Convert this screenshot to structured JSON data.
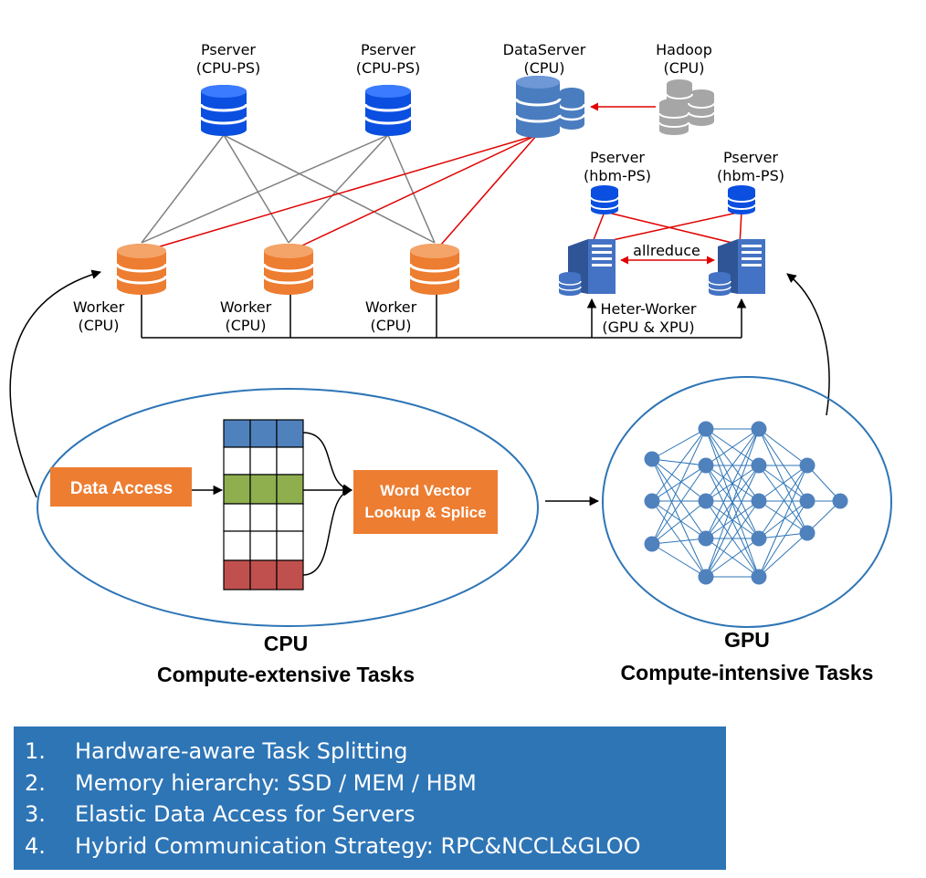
{
  "nodes": {
    "pserver_cpu_1": {
      "line1": "Pserver",
      "line2": "(CPU-PS)"
    },
    "pserver_cpu_2": {
      "line1": "Pserver",
      "line2": "(CPU-PS)"
    },
    "dataserver": {
      "line1": "DataServer",
      "line2": "(CPU)"
    },
    "hadoop": {
      "line1": "Hadoop",
      "line2": "(CPU)"
    },
    "pserver_hbm_1": {
      "line1": "Pserver",
      "line2": "(hbm-PS)"
    },
    "pserver_hbm_2": {
      "line1": "Pserver",
      "line2": "(hbm-PS)"
    },
    "worker_1": {
      "line1": "Worker",
      "line2": "(CPU)"
    },
    "worker_2": {
      "line1": "Worker",
      "line2": "(CPU)"
    },
    "worker_3": {
      "line1": "Worker",
      "line2": "(CPU)"
    },
    "heter_worker": {
      "line1": "Heter-Worker",
      "line2": "(GPU & XPU)"
    },
    "allreduce": "allreduce"
  },
  "cpu_section": {
    "data_access": "Data Access",
    "lookup_line1": "Word Vector",
    "lookup_line2": "Lookup & Splice",
    "title1": "CPU",
    "title2": "Compute-extensive Tasks"
  },
  "gpu_section": {
    "title1": "GPU",
    "title2": "Compute-intensive Tasks"
  },
  "features": [
    {
      "num": "1.",
      "text": "Hardware-aware Task Splitting"
    },
    {
      "num": "2.",
      "text": "Memory hierarchy: SSD / MEM / HBM"
    },
    {
      "num": "3.",
      "text": "Elastic Data Access for Servers"
    },
    {
      "num": "4.",
      "text": "Hybrid Communication Strategy: RPC&NCCL&GLOO"
    }
  ],
  "colors": {
    "cpu_ps": "#0a4fe0",
    "dataserver": "#4a7cc0",
    "hadoop": "#a6a6a6",
    "worker": "#ed7d31",
    "server_blue": "#4472c4",
    "red_link": "#e00000",
    "gray_link": "#808080",
    "notes_bg": "#2e75b6",
    "row_green": "#8faf4f",
    "row_red": "#c0504d",
    "row_blue": "#4f81bd",
    "nn_node": "#4f81bd"
  }
}
